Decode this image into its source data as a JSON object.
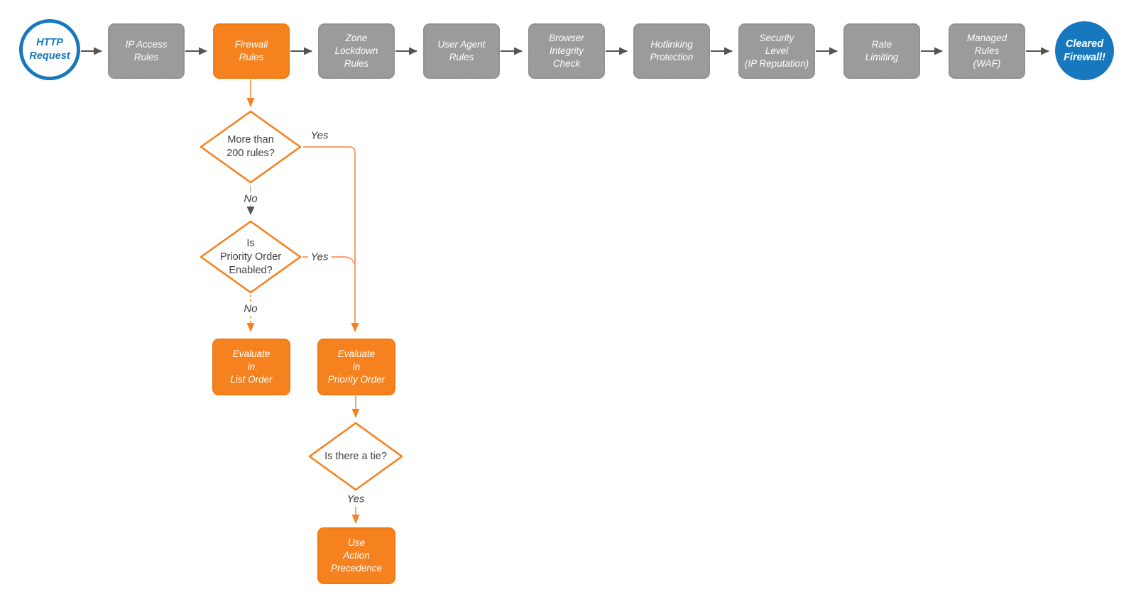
{
  "diagram": {
    "title_implicit": "Firewall request evaluation flowchart",
    "colors": {
      "orange": "#f6821f",
      "orange_line_light": "#f8a06c",
      "blue": "#1778be",
      "gray_box": "#9b9b9b",
      "dark_line": "#545454",
      "light_gray_line": "#bdbdbd",
      "text_dark": "#3f3f3f",
      "text_white": "#ffffff",
      "background": "#ffffff"
    },
    "start": {
      "label": "HTTP\nRequest"
    },
    "end": {
      "label": "Cleared\nFirewall!"
    },
    "pipeline": [
      {
        "label": "IP Access\nRules"
      },
      {
        "label": "Firewall\nRules"
      },
      {
        "label": "Zone\nLockdown\nRules"
      },
      {
        "label": "User Agent\nRules"
      },
      {
        "label": "Browser\nIntegrity\nCheck"
      },
      {
        "label": "Hotlinking\nProtection"
      },
      {
        "label": "Security\nLevel\n(IP Reputation)"
      },
      {
        "label": "Rate\nLimiting"
      },
      {
        "label": "Managed\nRules\n(WAF)"
      }
    ],
    "decisions": [
      {
        "label": "More than\n200 rules?"
      },
      {
        "label": "Is\nPriority Order\nEnabled?"
      },
      {
        "label": "Is there a tie?"
      }
    ],
    "processes": [
      {
        "label": "Evaluate\nin\nList Order"
      },
      {
        "label": "Evaluate\nin\nPriority Order"
      },
      {
        "label": "Use\nAction\nPrecedence"
      }
    ],
    "edge_labels": [
      {
        "label": "Yes"
      },
      {
        "label": "No"
      },
      {
        "label": "Yes"
      },
      {
        "label": "No"
      },
      {
        "label": "Yes"
      }
    ]
  }
}
